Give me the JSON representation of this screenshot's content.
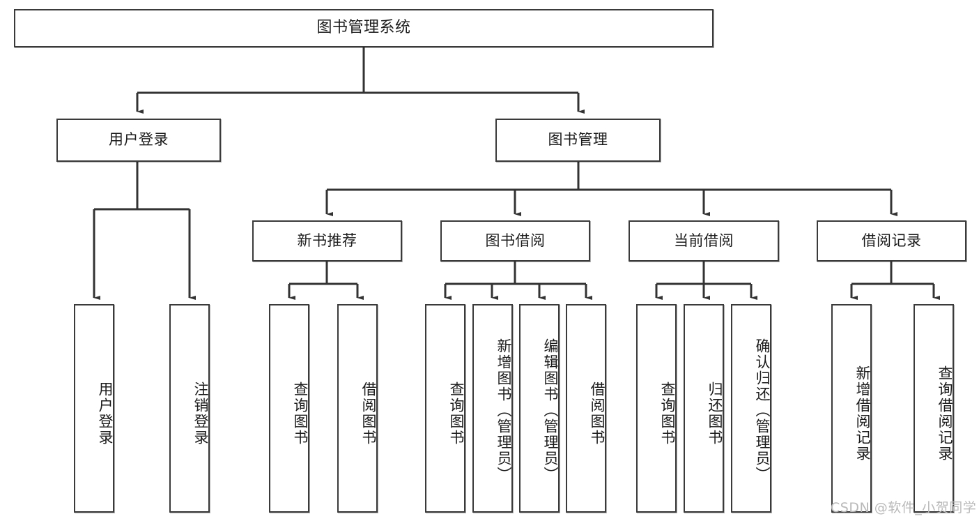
{
  "diagram": {
    "type": "tree",
    "orientation": "top-down",
    "root": {
      "id": "root",
      "label": "图书管理系统"
    },
    "level2": [
      {
        "id": "user-login",
        "label": "用户登录"
      },
      {
        "id": "book-management",
        "label": "图书管理"
      }
    ],
    "level3": [
      {
        "id": "new-book-recommend",
        "label": "新书推荐",
        "parent": "book-management"
      },
      {
        "id": "book-borrow",
        "label": "图书借阅",
        "parent": "book-management"
      },
      {
        "id": "current-borrow",
        "label": "当前借阅",
        "parent": "book-management"
      },
      {
        "id": "borrow-record",
        "label": "借阅记录",
        "parent": "book-management"
      }
    ],
    "leaves": [
      {
        "id": "leaf-user-login",
        "label": "用户登录",
        "parent": "user-login"
      },
      {
        "id": "leaf-logout",
        "label": "注销登录",
        "parent": "user-login"
      },
      {
        "id": "leaf-query-book-1",
        "label": "查询图书",
        "parent": "new-book-recommend"
      },
      {
        "id": "leaf-borrow-book-1",
        "label": "借阅图书",
        "parent": "new-book-recommend"
      },
      {
        "id": "leaf-query-book-2",
        "label": "查询图书",
        "parent": "book-borrow"
      },
      {
        "id": "leaf-add-book",
        "label": "新增图书（管理员）",
        "parent": "book-borrow"
      },
      {
        "id": "leaf-edit-book",
        "label": "编辑图书（管理员）",
        "parent": "book-borrow"
      },
      {
        "id": "leaf-borrow-book-2",
        "label": "借阅图书",
        "parent": "book-borrow"
      },
      {
        "id": "leaf-query-book-3",
        "label": "查询图书",
        "parent": "current-borrow"
      },
      {
        "id": "leaf-return-book",
        "label": "归还图书",
        "parent": "current-borrow"
      },
      {
        "id": "leaf-confirm-return",
        "label": "确认归还（管理员）",
        "parent": "current-borrow"
      },
      {
        "id": "leaf-add-record",
        "label": "新增借阅记录",
        "parent": "borrow-record"
      },
      {
        "id": "leaf-query-record",
        "label": "查询借阅记录",
        "parent": "borrow-record"
      }
    ],
    "colors": {
      "box_border": "#3a3a3a",
      "box_fill": "#ffffff",
      "edge": "#333333",
      "text": "#1b1b1b",
      "watermark": "#b9b9b9"
    }
  },
  "watermark": {
    "text": "CSDN @软件_小贺同学"
  }
}
